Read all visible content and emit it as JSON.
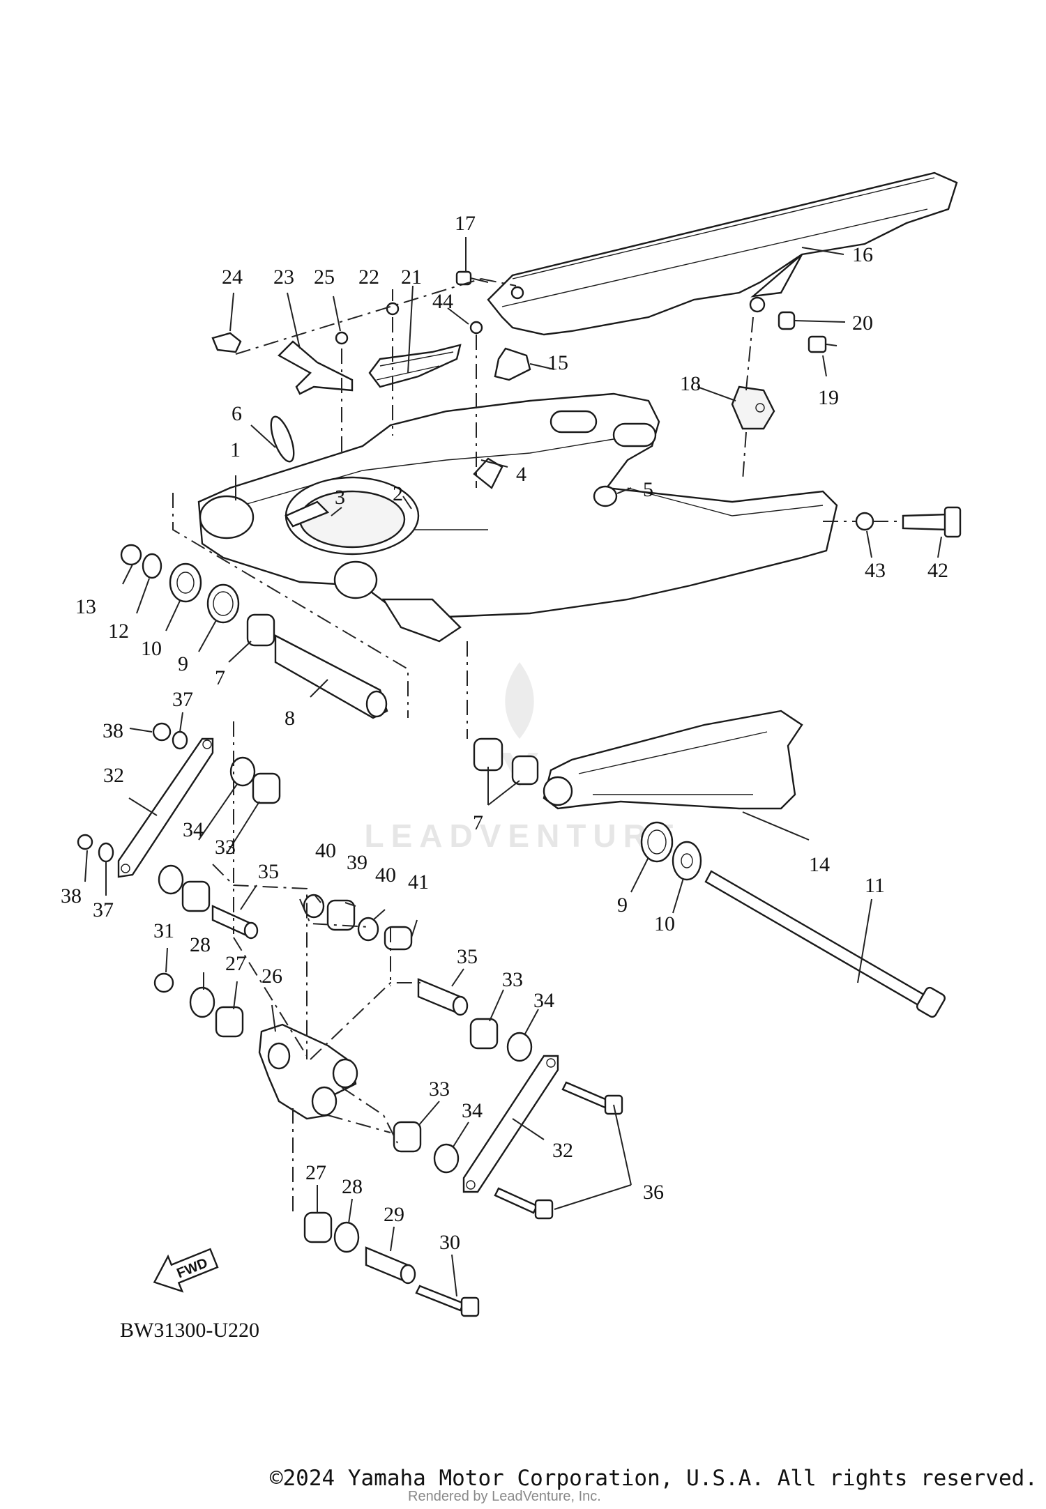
{
  "diagram": {
    "code": "BW31300-U220",
    "fwd_label": "FWD",
    "watermark": "LEADVENTURE",
    "copyright": "©2024 Yamaha Motor Corporation, U.S.A. All rights reserved.",
    "rendered_by": "Rendered by LeadVenture, Inc."
  },
  "callouts": [
    {
      "id": "c1",
      "text": "1"
    },
    {
      "id": "c2",
      "text": "2"
    },
    {
      "id": "c3",
      "text": "3"
    },
    {
      "id": "c4",
      "text": "4"
    },
    {
      "id": "c5",
      "text": "5"
    },
    {
      "id": "c6",
      "text": "6"
    },
    {
      "id": "c7a",
      "text": "7"
    },
    {
      "id": "c7b",
      "text": "7"
    },
    {
      "id": "c8",
      "text": "8"
    },
    {
      "id": "c9a",
      "text": "9"
    },
    {
      "id": "c9b",
      "text": "9"
    },
    {
      "id": "c10a",
      "text": "10"
    },
    {
      "id": "c10b",
      "text": "10"
    },
    {
      "id": "c11",
      "text": "11"
    },
    {
      "id": "c12",
      "text": "12"
    },
    {
      "id": "c13",
      "text": "13"
    },
    {
      "id": "c14",
      "text": "14"
    },
    {
      "id": "c15",
      "text": "15"
    },
    {
      "id": "c16",
      "text": "16"
    },
    {
      "id": "c17",
      "text": "17"
    },
    {
      "id": "c18",
      "text": "18"
    },
    {
      "id": "c19",
      "text": "19"
    },
    {
      "id": "c20",
      "text": "20"
    },
    {
      "id": "c21",
      "text": "21"
    },
    {
      "id": "c22",
      "text": "22"
    },
    {
      "id": "c23",
      "text": "23"
    },
    {
      "id": "c24",
      "text": "24"
    },
    {
      "id": "c25",
      "text": "25"
    },
    {
      "id": "c26",
      "text": "26"
    },
    {
      "id": "c27a",
      "text": "27"
    },
    {
      "id": "c27b",
      "text": "27"
    },
    {
      "id": "c28a",
      "text": "28"
    },
    {
      "id": "c28b",
      "text": "28"
    },
    {
      "id": "c29",
      "text": "29"
    },
    {
      "id": "c30",
      "text": "30"
    },
    {
      "id": "c31",
      "text": "31"
    },
    {
      "id": "c32a",
      "text": "32"
    },
    {
      "id": "c32b",
      "text": "32"
    },
    {
      "id": "c33a",
      "text": "33"
    },
    {
      "id": "c33b",
      "text": "33"
    },
    {
      "id": "c33c",
      "text": "33"
    },
    {
      "id": "c34a",
      "text": "34"
    },
    {
      "id": "c34b",
      "text": "34"
    },
    {
      "id": "c34c",
      "text": "34"
    },
    {
      "id": "c35a",
      "text": "35"
    },
    {
      "id": "c35b",
      "text": "35"
    },
    {
      "id": "c36",
      "text": "36"
    },
    {
      "id": "c37a",
      "text": "37"
    },
    {
      "id": "c37b",
      "text": "37"
    },
    {
      "id": "c38a",
      "text": "38"
    },
    {
      "id": "c38b",
      "text": "38"
    },
    {
      "id": "c39",
      "text": "39"
    },
    {
      "id": "c40a",
      "text": "40"
    },
    {
      "id": "c40b",
      "text": "40"
    },
    {
      "id": "c41",
      "text": "41"
    },
    {
      "id": "c42",
      "text": "42"
    },
    {
      "id": "c43",
      "text": "43"
    },
    {
      "id": "c44",
      "text": "44"
    }
  ]
}
